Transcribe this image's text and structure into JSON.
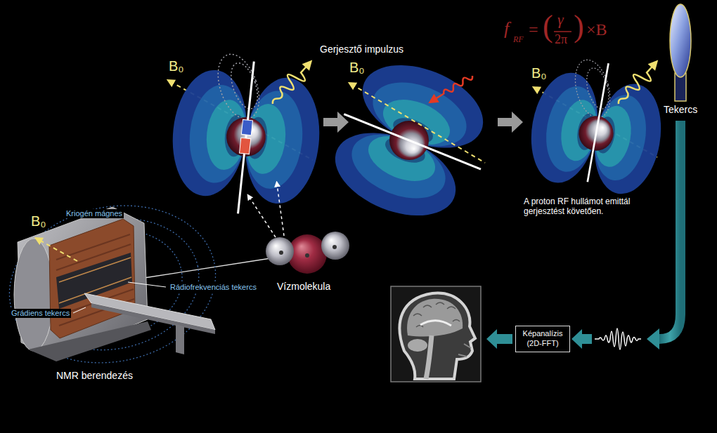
{
  "diagram": {
    "nodes": [
      {
        "text": [
          "Képanalízis (2D-FFT)"
        ]
      }
    ],
    "labels": [
      "f",
      "RF",
      "=",
      "(",
      "γ",
      "2π",
      ")",
      "×B",
      "Gerjesztő impulzus",
      "B₀",
      "B₀",
      "B₀",
      "Tekercs",
      "A proton RF hullámot emittál gerjesztést követően.",
      "B₀",
      "Kriogén mágnes",
      "Rádiofrekvenciás tekercs",
      "Grádiens tekercs",
      "Vízmolekula",
      "NMR berendezés"
    ]
  }
}
